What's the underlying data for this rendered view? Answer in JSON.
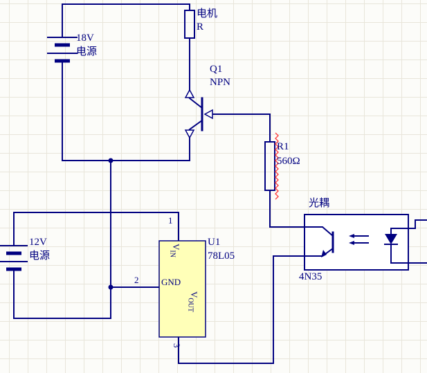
{
  "colors": {
    "wire": "#000080",
    "text": "#000080",
    "ic-fill": "#ffffb8",
    "opto-fill": "#ffffff",
    "error": "#ff4040",
    "grid": "#e8e5da",
    "bg": "#fcfcf9"
  },
  "labels": {
    "motor_name": "电机",
    "motor_ref": "R",
    "bat18_v": "18V",
    "bat18_name": "电源",
    "q1_ref": "Q1",
    "q1_type": "NPN",
    "r1_ref": "R1",
    "r1_val": "560Ω",
    "opto_name": "光耦",
    "opto_part": "4N35",
    "bat12_v": "12V",
    "bat12_name": "电源",
    "u1_ref": "U1",
    "u1_part": "78L05",
    "pin1": "1",
    "pin2": "2",
    "pin3": "3",
    "vin_main": "V",
    "vin_sub": "IN",
    "gnd": "GND",
    "vout_main": "V",
    "vout_sub": "OUT"
  }
}
